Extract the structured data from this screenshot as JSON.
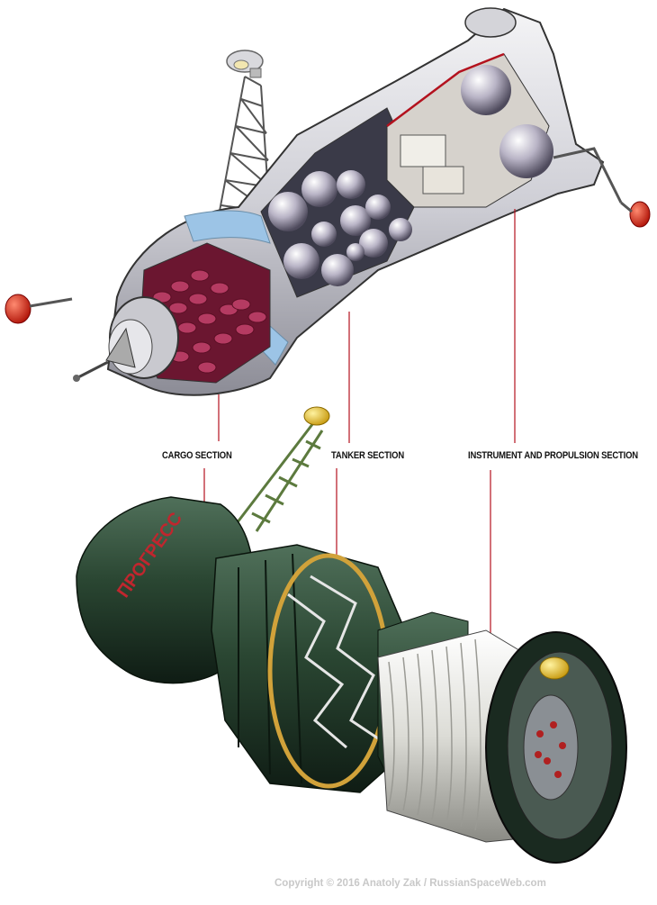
{
  "labels": {
    "cargo": "CARGO SECTION",
    "tanker": "TANKER SECTION",
    "instrument": "INSTRUMENT AND PROPULSION SECTION"
  },
  "spacecraft_marking": "ПРОГРЕСС",
  "copyright": "Copyright © 2016 Anatoly Zak / RussianSpaceWeb.com",
  "colors": {
    "leader_line": "#b3121e",
    "hull_top": "#d8d8dc",
    "cargo_red": "#9b1f45",
    "tank_sphere": "#b9b4c6",
    "hull_green": "#24402c",
    "ribbed_white": "#e4e4e0",
    "truss_yellow": "#d1a23a",
    "beacon_red": "#e02a1a"
  }
}
